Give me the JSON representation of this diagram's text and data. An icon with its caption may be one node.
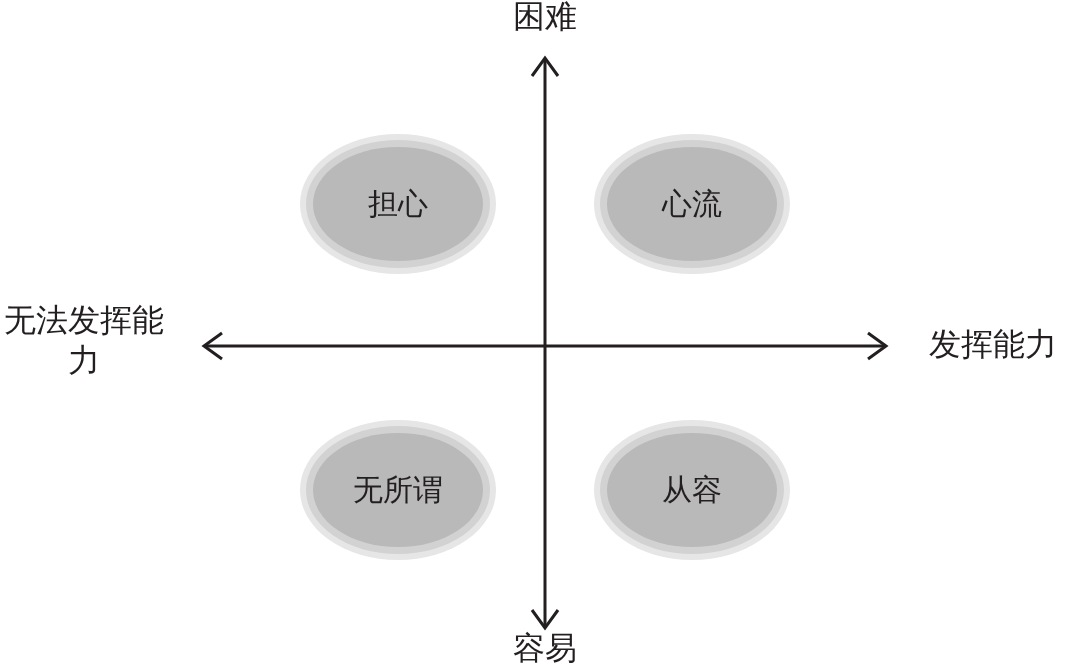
{
  "diagram": {
    "nodes": [
      {
        "text": [
          "担心"
        ]
      },
      {
        "text": [
          "心流"
        ]
      },
      {
        "text": [
          "无所谓"
        ]
      },
      {
        "text": [
          "从容"
        ]
      }
    ],
    "labels": [
      "困难",
      "无法发挥能力",
      "发挥能力",
      "容易"
    ]
  }
}
